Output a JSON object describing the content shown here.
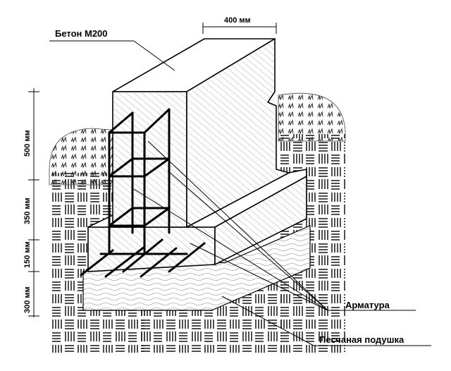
{
  "labels": {
    "concrete": "Бетон М200",
    "rebar": "Арматура",
    "sand_cushion": "Песчаная подушка"
  },
  "dimensions": {
    "width_top": "400 мм",
    "height_500": "500 мм",
    "height_350": "350 мм",
    "height_150": "150 мм",
    "height_300": "300 мм"
  }
}
